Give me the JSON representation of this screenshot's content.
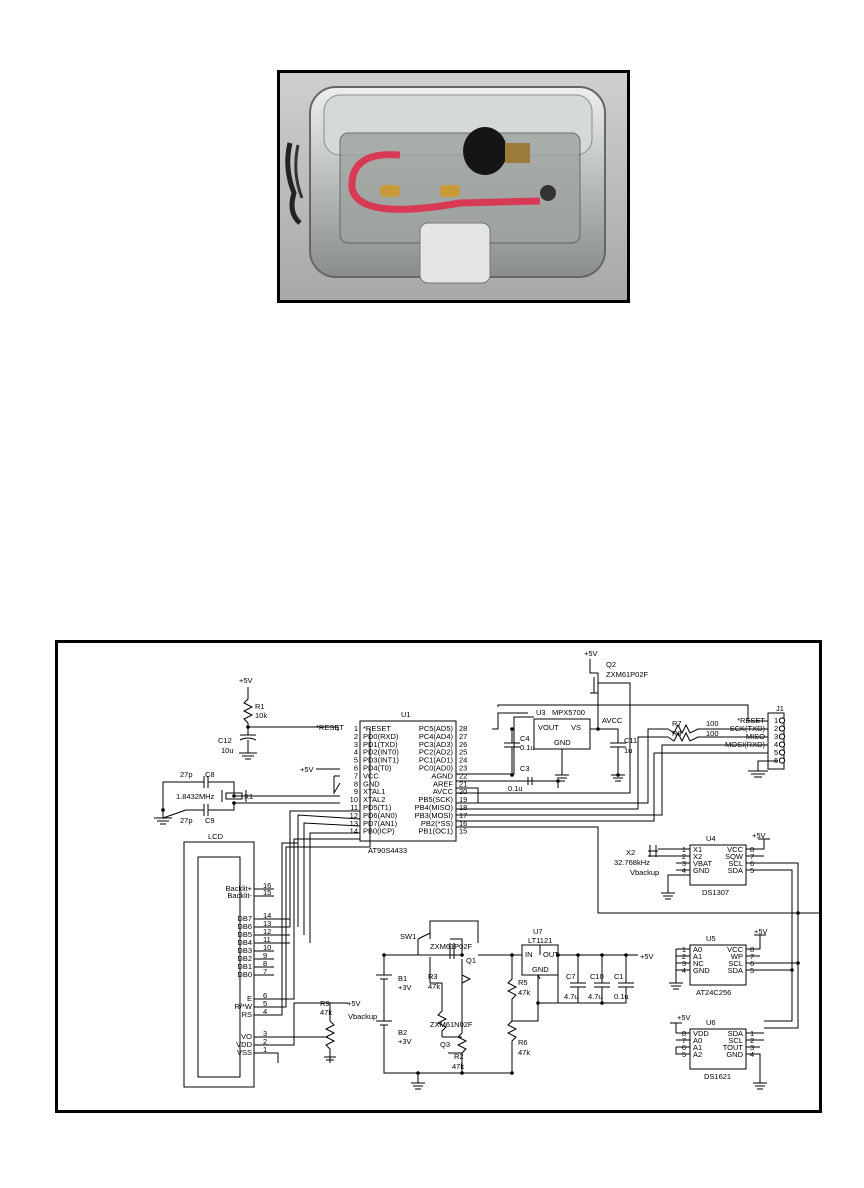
{
  "photo": {
    "icon": "enclosure-photo"
  },
  "schematic": {
    "supply": {
      "plus5v": "+5V"
    },
    "u1": {
      "ref": "U1",
      "part": "AT90S4433",
      "left_pins": [
        {
          "num": "1",
          "name": "*RESET"
        },
        {
          "num": "2",
          "name": "PD0(RXD)"
        },
        {
          "num": "3",
          "name": "PD1(TXD)"
        },
        {
          "num": "4",
          "name": "PD2(INT0)"
        },
        {
          "num": "5",
          "name": "PD3(INT1)"
        },
        {
          "num": "6",
          "name": "PD4(T0)"
        },
        {
          "num": "7",
          "name": "VCC"
        },
        {
          "num": "8",
          "name": "GND"
        },
        {
          "num": "9",
          "name": "XTAL1"
        },
        {
          "num": "10",
          "name": "XTAL2"
        },
        {
          "num": "11",
          "name": "PD5(T1)"
        },
        {
          "num": "12",
          "name": "PD6(AN0)"
        },
        {
          "num": "13",
          "name": "PD7(AN1)"
        },
        {
          "num": "14",
          "name": "PB0(ICP)"
        }
      ],
      "right_pins": [
        {
          "num": "28",
          "name": "PC5(AD5)"
        },
        {
          "num": "27",
          "name": "PC4(AD4)"
        },
        {
          "num": "26",
          "name": "PC3(AD3)"
        },
        {
          "num": "25",
          "name": "PC2(AD2)"
        },
        {
          "num": "24",
          "name": "PC1(AD1)"
        },
        {
          "num": "23",
          "name": "PC0(AD0)"
        },
        {
          "num": "22",
          "name": "AGND"
        },
        {
          "num": "21",
          "name": "AREF"
        },
        {
          "num": "20",
          "name": "AVCC"
        },
        {
          "num": "19",
          "name": "PB5(SCK)"
        },
        {
          "num": "18",
          "name": "PB4(MISO)"
        },
        {
          "num": "17",
          "name": "PB3(MOSI)"
        },
        {
          "num": "16",
          "name": "PB2(*SS)"
        },
        {
          "num": "15",
          "name": "PB1(OC1)"
        }
      ]
    },
    "reset_net": "*RESET",
    "r1": {
      "ref": "R1",
      "value": "10k"
    },
    "c12": {
      "ref": "C12",
      "value": "10u"
    },
    "c8": {
      "ref": "C8",
      "value": "27p"
    },
    "c9": {
      "ref": "C9",
      "value": "27p"
    },
    "x1": {
      "ref": "X1",
      "value": "1.8432MHz"
    },
    "u3": {
      "ref": "U3",
      "part": "MPX5700",
      "vout": "VOUT",
      "vs": "VS",
      "gnd": "GND"
    },
    "q2": {
      "ref": "Q2",
      "part": "ZXM61P02F"
    },
    "avcc": "AVCC",
    "c4": {
      "ref": "C4",
      "value": "0.1u"
    },
    "c3": {
      "ref": "C3",
      "value": "0.1u"
    },
    "c11": {
      "ref": "C11",
      "value": "1u"
    },
    "r7": {
      "ref": "R7",
      "value": "100"
    },
    "r8": {
      "ref": "R8",
      "value": "100"
    },
    "j1": {
      "ref": "J1",
      "pins": [
        {
          "num": "1",
          "name": "*RESET"
        },
        {
          "num": "2",
          "name": "SCK(TXD)"
        },
        {
          "num": "3",
          "name": "MISO"
        },
        {
          "num": "4",
          "name": "MOSI(RXD)"
        },
        {
          "num": "5",
          "name": ""
        },
        {
          "num": "6",
          "name": ""
        }
      ]
    },
    "u4": {
      "ref": "U4",
      "part": "DS1307",
      "left": [
        {
          "num": "1",
          "name": "X1"
        },
        {
          "num": "2",
          "name": "X2"
        },
        {
          "num": "3",
          "name": "VBAT"
        },
        {
          "num": "4",
          "name": "GND"
        }
      ],
      "right": [
        {
          "num": "8",
          "name": "VCC"
        },
        {
          "num": "7",
          "name": "SQW"
        },
        {
          "num": "6",
          "name": "SCL"
        },
        {
          "num": "5",
          "name": "SDA"
        }
      ]
    },
    "x2": {
      "ref": "X2",
      "value": "32.768kHz"
    },
    "vbackup": "Vbackup",
    "lcd": {
      "ref": "LCD",
      "pins": [
        {
          "num": "16",
          "name": "Backlit+"
        },
        {
          "num": "15",
          "name": "Backlit-"
        },
        {
          "num": "14",
          "name": "DB7"
        },
        {
          "num": "13",
          "name": "DB6"
        },
        {
          "num": "12",
          "name": "DB5"
        },
        {
          "num": "11",
          "name": "DB4"
        },
        {
          "num": "10",
          "name": "DB3"
        },
        {
          "num": "9",
          "name": "DB2"
        },
        {
          "num": "8",
          "name": "DB1"
        },
        {
          "num": "7",
          "name": "DB0"
        },
        {
          "num": "6",
          "name": "E"
        },
        {
          "num": "5",
          "name": "R/*W"
        },
        {
          "num": "4",
          "name": "RS"
        },
        {
          "num": "3",
          "name": "VO"
        },
        {
          "num": "2",
          "name": "VDD"
        },
        {
          "num": "1",
          "name": "VSS"
        }
      ]
    },
    "r9": {
      "ref": "R9",
      "value": "47k"
    },
    "sw1": {
      "ref": "SW1"
    },
    "q1": {
      "ref": "Q1",
      "part": "ZXM61P02F"
    },
    "q3": {
      "ref": "Q3",
      "part": "ZXM61N02F"
    },
    "b1": {
      "ref": "B1",
      "value": "+3V"
    },
    "b2": {
      "ref": "B2",
      "value": "+3V"
    },
    "r3": {
      "ref": "R3",
      "value": "47k"
    },
    "r2": {
      "ref": "R2",
      "value": "47k"
    },
    "r5": {
      "ref": "R5",
      "value": "47k"
    },
    "r6": {
      "ref": "R6",
      "value": "47k"
    },
    "u7": {
      "ref": "U7",
      "part": "LT1121",
      "in": "IN",
      "out": "OUT",
      "gnd": "GND"
    },
    "c7": {
      "ref": "C7",
      "value": "4.7u"
    },
    "c10": {
      "ref": "C10",
      "value": "4.7u"
    },
    "c1": {
      "ref": "C1",
      "value": "0.1u"
    },
    "u5": {
      "ref": "U5",
      "part": "AT24C256",
      "left": [
        {
          "num": "1",
          "name": "A0"
        },
        {
          "num": "2",
          "name": "A1"
        },
        {
          "num": "3",
          "name": "NC"
        },
        {
          "num": "4",
          "name": "GND"
        }
      ],
      "right": [
        {
          "num": "8",
          "name": "VCC"
        },
        {
          "num": "7",
          "name": "WP"
        },
        {
          "num": "6",
          "name": "SCL"
        },
        {
          "num": "5",
          "name": "SDA"
        }
      ]
    },
    "u6": {
      "ref": "U6",
      "part": "DS1621",
      "left": [
        {
          "num": "8",
          "name": "VDD"
        },
        {
          "num": "7",
          "name": "A0"
        },
        {
          "num": "6",
          "name": "A1"
        },
        {
          "num": "5",
          "name": "A2"
        }
      ],
      "right": [
        {
          "num": "1",
          "name": "SDA"
        },
        {
          "num": "2",
          "name": "SCL"
        },
        {
          "num": "3",
          "name": "TOUT"
        },
        {
          "num": "4",
          "name": "GND"
        }
      ]
    }
  }
}
